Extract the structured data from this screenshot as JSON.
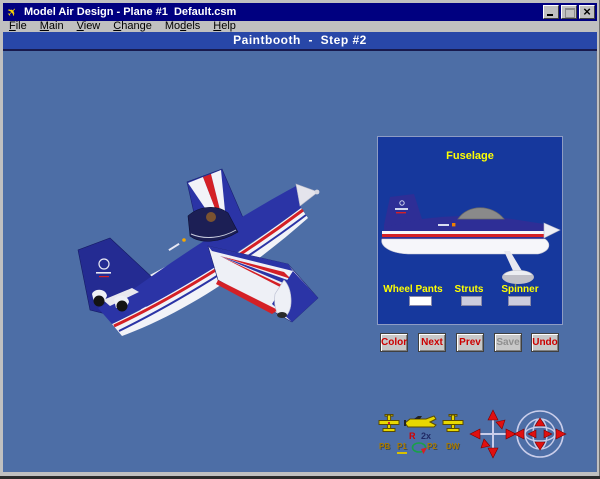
{
  "window": {
    "title": "Model Air Design - Plane #1  Default.csm",
    "controls": [
      "minimize",
      "maximize",
      "close"
    ]
  },
  "menu": {
    "items": [
      {
        "pre": "",
        "key": "F",
        "post": "ile"
      },
      {
        "pre": "",
        "key": "M",
        "post": "ain"
      },
      {
        "pre": "",
        "key": "V",
        "post": "iew"
      },
      {
        "pre": "",
        "key": "C",
        "post": "hange"
      },
      {
        "pre": "Mo",
        "key": "d",
        "post": "els"
      },
      {
        "pre": "",
        "key": "H",
        "post": "elp"
      }
    ]
  },
  "header": {
    "title": "Paintbooth  -  Step #2"
  },
  "panel": {
    "title": "Fuselage",
    "parts": [
      {
        "label": "Wheel Pants",
        "color": "#ffffff"
      },
      {
        "label": "Struts",
        "color": "#ccccdd"
      },
      {
        "label": "Spinner",
        "color": "#ccccdd"
      }
    ]
  },
  "actions": {
    "buttons": [
      {
        "label": "Color",
        "enabled": true
      },
      {
        "label": "Next",
        "enabled": true
      },
      {
        "label": "Prev",
        "enabled": true
      },
      {
        "label": "Save",
        "enabled": false
      },
      {
        "label": "Undo",
        "enabled": true
      }
    ]
  },
  "toolbar": {
    "pb": "PB",
    "p1": "P1",
    "p2": "P2",
    "dw": "DW",
    "r": "R",
    "x2": "2x"
  },
  "colors": {
    "titlebar": "#000080",
    "header": "#2847a8",
    "canvas": "#4d6ea6",
    "panel": "#16389d",
    "label_yellow": "#ffff00",
    "button_text_red": "#cc0000"
  }
}
